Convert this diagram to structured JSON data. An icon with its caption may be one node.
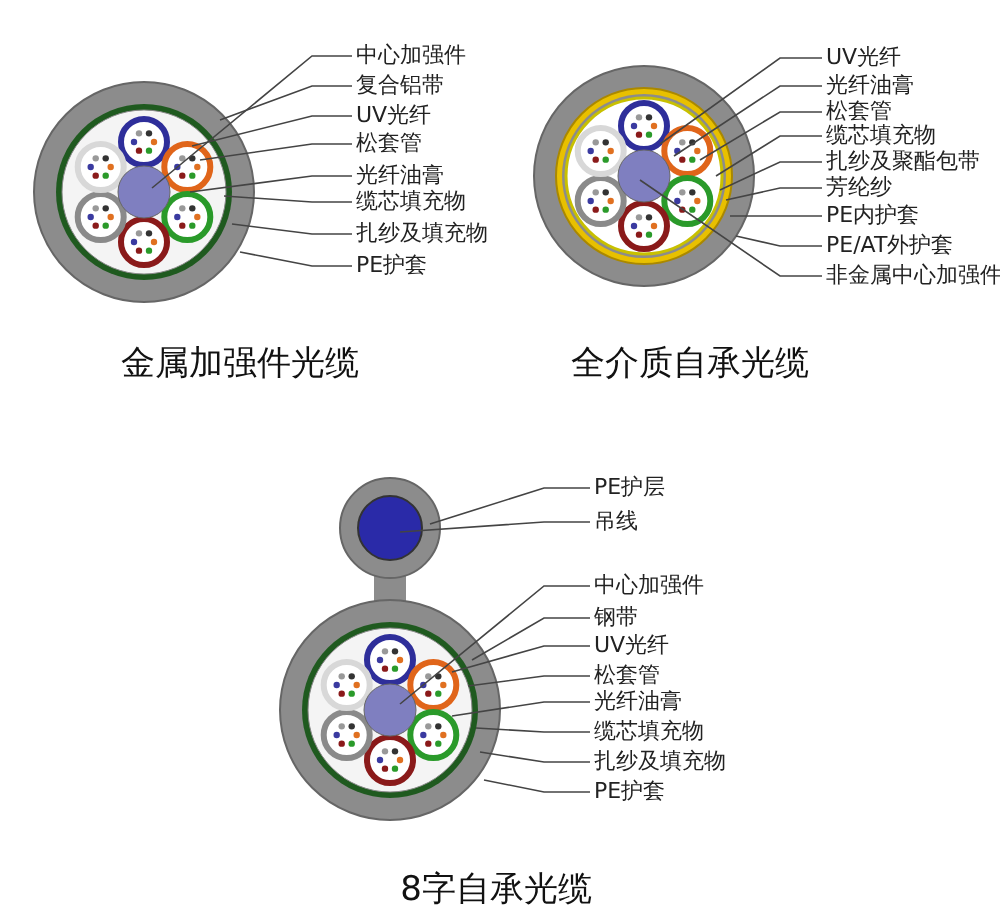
{
  "diagram": {
    "nodes": [
      {
        "text": [
          "中心加强件"
        ]
      },
      {
        "text": [
          "复合铝带"
        ]
      },
      {
        "text": [
          "UV光纤"
        ]
      },
      {
        "text": [
          "松套管"
        ]
      },
      {
        "text": [
          "光纤油膏"
        ]
      },
      {
        "text": [
          "缆芯填充物"
        ]
      },
      {
        "text": [
          "扎纱及填充物"
        ]
      },
      {
        "text": [
          "PE护套"
        ]
      },
      {
        "text": [
          "UV光纤"
        ]
      },
      {
        "text": [
          "光纤油膏"
        ]
      },
      {
        "text": [
          "松套管"
        ]
      },
      {
        "text": [
          "缆芯填充物"
        ]
      },
      {
        "text": [
          "扎纱及聚酯包带"
        ]
      },
      {
        "text": [
          "芳纶纱"
        ]
      },
      {
        "text": [
          "PE内护套"
        ]
      },
      {
        "text": [
          "PE/AT外护套"
        ]
      },
      {
        "text": [
          "非金属中心加强件"
        ]
      },
      {
        "text": [
          "PE护层"
        ]
      },
      {
        "text": [
          "吊线"
        ]
      },
      {
        "text": [
          "中心加强件"
        ]
      },
      {
        "text": [
          "钢带"
        ]
      },
      {
        "text": [
          "UV光纤"
        ]
      },
      {
        "text": [
          "松套管"
        ]
      },
      {
        "text": [
          "光纤油膏"
        ]
      },
      {
        "text": [
          "缆芯填充物"
        ]
      },
      {
        "text": [
          "扎纱及填充物"
        ]
      },
      {
        "text": [
          "PE护套"
        ]
      }
    ],
    "edges": [
      {
        "from": 0,
        "to": null,
        "arrow": "none"
      },
      {
        "from": 1,
        "to": null,
        "arrow": "none"
      },
      {
        "from": 2,
        "to": null,
        "arrow": "none"
      },
      {
        "from": 3,
        "to": null,
        "arrow": "none"
      },
      {
        "from": 4,
        "to": null,
        "arrow": "none"
      },
      {
        "from": 5,
        "to": null,
        "arrow": "none"
      },
      {
        "from": 6,
        "to": null,
        "arrow": "none"
      },
      {
        "from": 7,
        "to": null,
        "arrow": "none"
      },
      {
        "from": 8,
        "to": null,
        "arrow": "none"
      },
      {
        "from": 9,
        "to": null,
        "arrow": "none"
      },
      {
        "from": 10,
        "to": null,
        "arrow": "none"
      },
      {
        "from": 11,
        "to": null,
        "arrow": "none"
      },
      {
        "from": 12,
        "to": null,
        "arrow": "none"
      },
      {
        "from": 13,
        "to": null,
        "arrow": "none"
      },
      {
        "from": 14,
        "to": null,
        "arrow": "none"
      },
      {
        "from": 15,
        "to": null,
        "arrow": "none"
      },
      {
        "from": 16,
        "to": null,
        "arrow": "none"
      },
      {
        "from": 17,
        "to": null,
        "arrow": "none"
      },
      {
        "from": 18,
        "to": null,
        "arrow": "none"
      },
      {
        "from": 19,
        "to": null,
        "arrow": "none"
      },
      {
        "from": 20,
        "to": null,
        "arrow": "none"
      },
      {
        "from": 21,
        "to": null,
        "arrow": "none"
      },
      {
        "from": 22,
        "to": null,
        "arrow": "none"
      },
      {
        "from": 23,
        "to": null,
        "arrow": "none"
      },
      {
        "from": 24,
        "to": null,
        "arrow": "none"
      },
      {
        "from": 25,
        "to": null,
        "arrow": "none"
      },
      {
        "from": 26,
        "to": null,
        "arrow": "none"
      }
    ],
    "labels": [
      "金属加强件光缆",
      "全介质自承光缆",
      "8字自承光缆"
    ]
  }
}
